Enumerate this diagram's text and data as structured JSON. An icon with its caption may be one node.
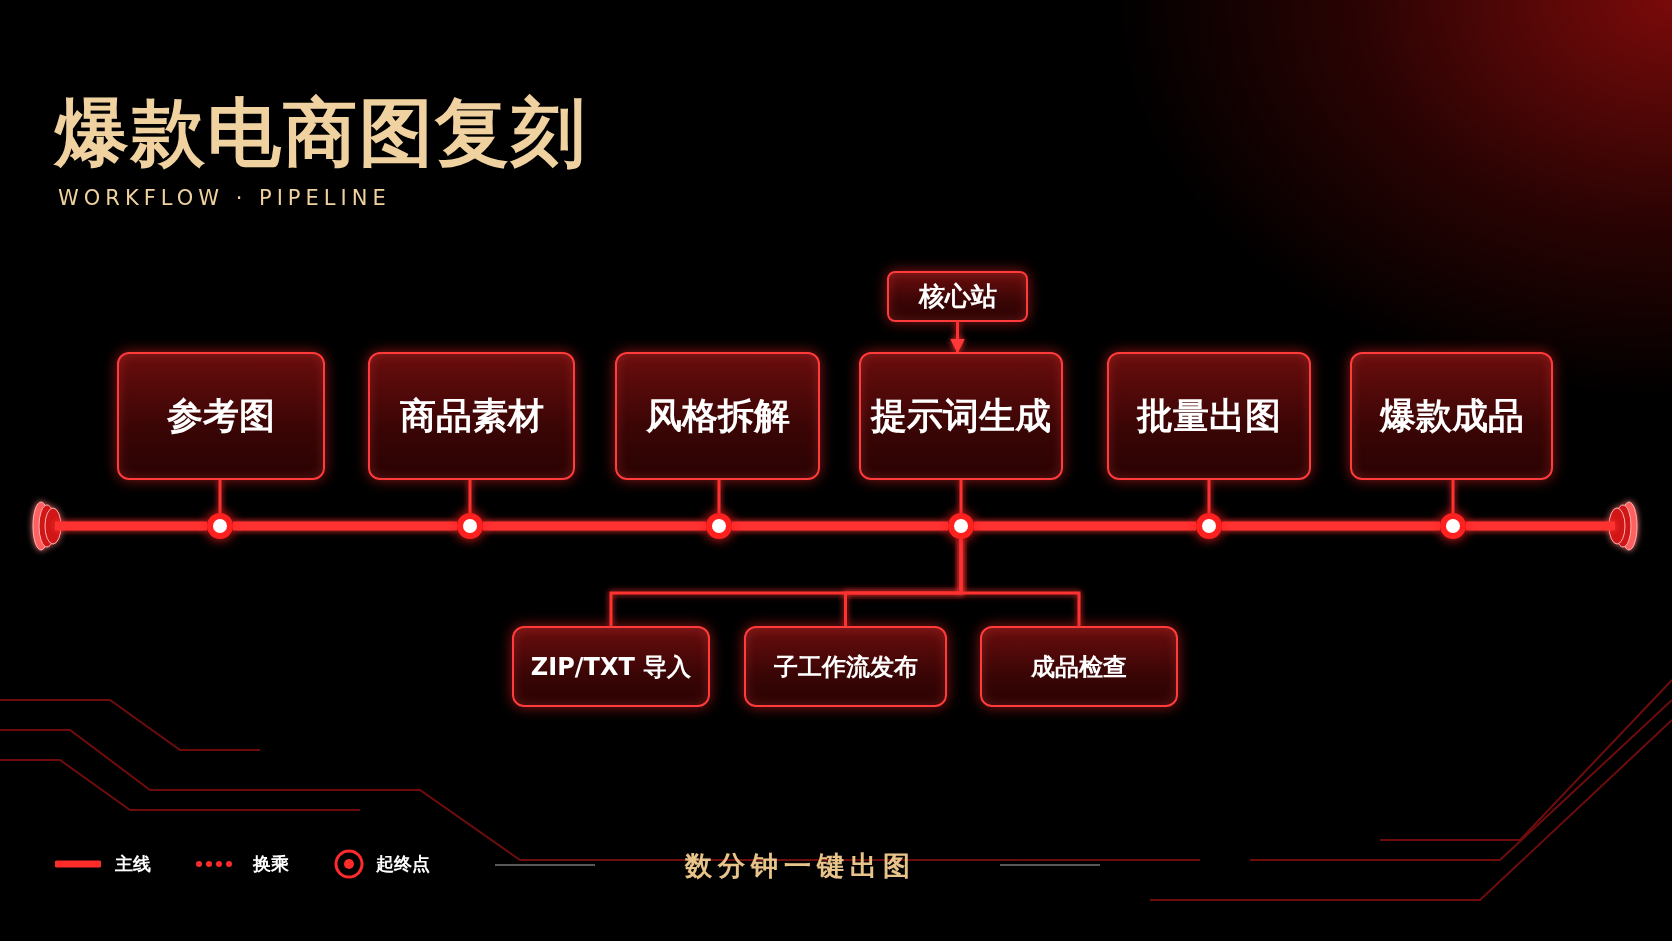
{
  "diagram": {
    "title": "爆款电商图复刻",
    "nodes": [
      {
        "text": [
          "核心站"
        ]
      },
      {
        "text": [
          "参考图"
        ]
      },
      {
        "text": [
          "商品素材"
        ]
      },
      {
        "text": [
          "风格拆解"
        ]
      },
      {
        "text": [
          "提示词生成"
        ]
      },
      {
        "text": [
          "批量出图"
        ]
      },
      {
        "text": [
          "爆款成品"
        ]
      },
      {
        "text": [],
        "shape": "circle"
      },
      {
        "text": [],
        "shape": "circle"
      },
      {
        "text": [],
        "shape": "circle"
      },
      {
        "text": [],
        "shape": "circle"
      },
      {
        "text": [],
        "shape": "circle"
      },
      {
        "text": [],
        "shape": "circle"
      },
      {
        "text": [
          "ZIP/TXT 导入"
        ]
      },
      {
        "text": [
          "子工作流发布"
        ]
      },
      {
        "text": [
          "成品检查"
        ]
      }
    ],
    "edges": [
      {
        "from": 0,
        "to": 4,
        "arrow": "to"
      },
      {
        "from": 1,
        "to": 7,
        "arrow": "none"
      },
      {
        "from": 2,
        "to": 8,
        "arrow": "none"
      },
      {
        "from": 3,
        "to": 9,
        "arrow": "none"
      },
      {
        "from": 4,
        "to": 10,
        "arrow": "none"
      },
      {
        "from": 5,
        "to": 11,
        "arrow": "none"
      },
      {
        "from": 6,
        "to": 12,
        "arrow": "none"
      },
      {
        "from": null,
        "to": 7,
        "arrow": "none",
        "style": "thick"
      },
      {
        "from": 7,
        "to": 8,
        "arrow": "none",
        "style": "thick"
      },
      {
        "from": 8,
        "to": 9,
        "arrow": "none",
        "style": "thick"
      },
      {
        "from": 9,
        "to": 10,
        "arrow": "none",
        "style": "thick"
      },
      {
        "from": 10,
        "to": 11,
        "arrow": "none",
        "style": "thick"
      },
      {
        "from": 11,
        "to": 12,
        "arrow": "none",
        "style": "thick"
      },
      {
        "from": 12,
        "to": null,
        "arrow": "none",
        "style": "thick"
      },
      {
        "from": 10,
        "to": 13,
        "arrow": "none"
      },
      {
        "from": 10,
        "to": 14,
        "arrow": "none"
      },
      {
        "from": 10,
        "to": 15,
        "arrow": "none"
      }
    ],
    "labels": [
      "WORKFLOW · PIPELINE",
      "数分钟一键出图"
    ],
    "legend": [
      {
        "text": "主线"
      },
      {
        "text": "换乘"
      },
      {
        "text": "起终点"
      }
    ]
  }
}
